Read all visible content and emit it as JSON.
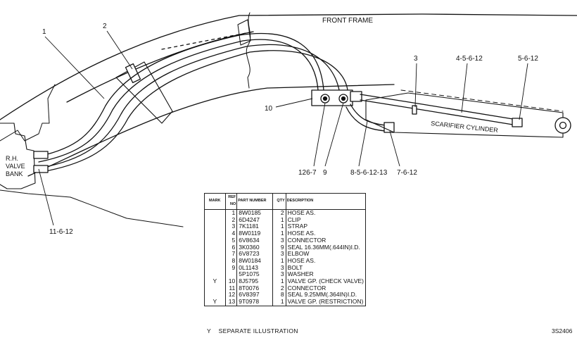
{
  "labels": {
    "front_frame": "FRONT FRAME",
    "scarifier_cylinder": "SCARIFIER CYLINDER",
    "valve_bank_1": "R.H.",
    "valve_bank_2": "VALVE",
    "valve_bank_3": "BANK"
  },
  "callouts": {
    "c1": "1",
    "c2": "2",
    "c3": "3",
    "c4": "4-5-6-12",
    "c5": "5-6-12",
    "c10": "10",
    "c126": "126-7",
    "c9": "9",
    "c8": "8-5-6-12-13",
    "c7": "7-6-12",
    "c11": "11-6-12"
  },
  "table": {
    "headers": [
      "MARK",
      "REF NO",
      "PART NUMBER",
      "QTY",
      "DESCRIPTION"
    ],
    "rows": [
      {
        "mark": "",
        "ref": "1",
        "part": "8W0185",
        "qty": "2",
        "desc": "HOSE AS."
      },
      {
        "mark": "",
        "ref": "2",
        "part": "6D4247",
        "qty": "1",
        "desc": "CLIP"
      },
      {
        "mark": "",
        "ref": "3",
        "part": "7K1181",
        "qty": "1",
        "desc": "STRAP"
      },
      {
        "mark": "",
        "ref": "4",
        "part": "8W0119",
        "qty": "1",
        "desc": "HOSE AS."
      },
      {
        "mark": "",
        "ref": "5",
        "part": "6V8634",
        "qty": "3",
        "desc": "CONNECTOR"
      },
      {
        "mark": "",
        "ref": "6",
        "part": "3K0360",
        "qty": "9",
        "desc": "SEAL 16.36MM(.644IN)I.D."
      },
      {
        "mark": "",
        "ref": "7",
        "part": "6V8723",
        "qty": "3",
        "desc": "ELBOW"
      },
      {
        "mark": "",
        "ref": "8",
        "part": "8W0184",
        "qty": "1",
        "desc": "HOSE AS."
      },
      {
        "mark": "",
        "ref": "9",
        "part": "0L1143",
        "qty": "3",
        "desc": "BOLT"
      },
      {
        "mark": "",
        "ref": "",
        "part": "5P1075",
        "qty": "3",
        "desc": "WASHER"
      },
      {
        "mark": "Y",
        "ref": "10",
        "part": "8J5795",
        "qty": "1",
        "desc": "VALVE GP. (CHECK VALVE)"
      },
      {
        "mark": "",
        "ref": "11",
        "part": "8T0076",
        "qty": "2",
        "desc": "CONNECTOR"
      },
      {
        "mark": "",
        "ref": "12",
        "part": "6V8397",
        "qty": "8",
        "desc": "SEAL 9.25MM(.364IN)I.D."
      },
      {
        "mark": "Y",
        "ref": "13",
        "part": "9T0978",
        "qty": "1",
        "desc": "VALVE GP. (RESTRICTION)"
      }
    ]
  },
  "footnote": {
    "mark": "Y",
    "text": "SEPARATE ILLUSTRATION"
  },
  "drawing_number": "3S2406"
}
